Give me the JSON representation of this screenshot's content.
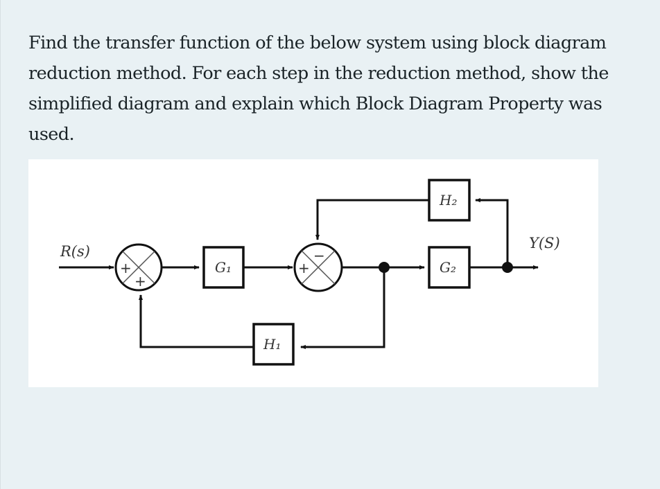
{
  "question": {
    "text": "Find the transfer function of the below system using block diagram reduction method. For each step in the reduction method, show the simplified diagram and explain which Block Diagram Property was used."
  },
  "diagram": {
    "input_label": "R(s)",
    "output_label": "Y(S)",
    "blocks": {
      "g1": "G₁",
      "g2": "G₂",
      "h1": "H₁",
      "h2": "H₂"
    },
    "summing_junction_1": {
      "left_sign": "+",
      "bottom_sign": "+"
    },
    "summing_junction_2": {
      "left_sign": "+",
      "top_sign": "−"
    }
  },
  "colors": {
    "background": "#e9f1f4",
    "figure_background": "#ffffff",
    "line": "#111111",
    "text": "#1a2327"
  }
}
